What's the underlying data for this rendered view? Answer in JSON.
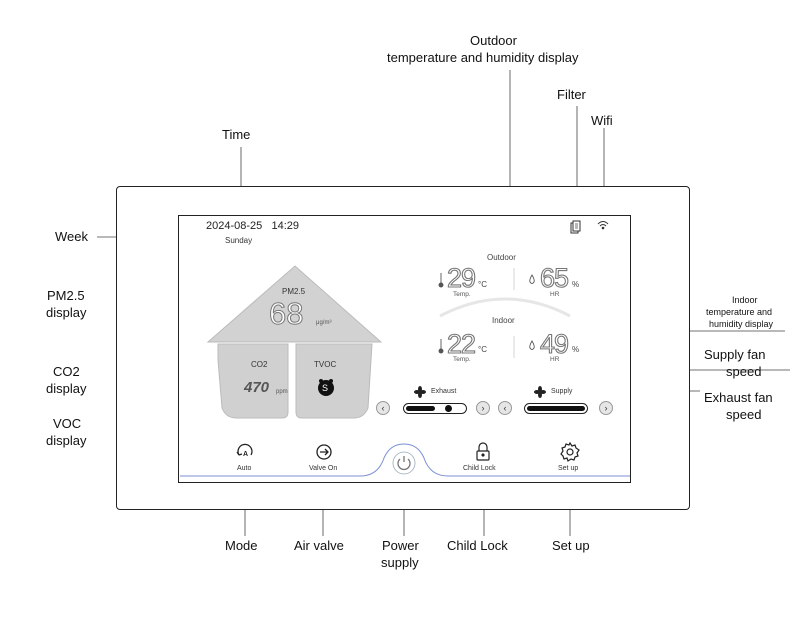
{
  "callouts": {
    "outdoor": "Outdoor",
    "outdoor_sub": "temperature and humidity display",
    "filter": "Filter",
    "wifi": "Wifi",
    "time": "Time",
    "week": "Week",
    "pm25_a": "PM2.5",
    "pm25_b": "display",
    "co2_a": "CO2",
    "co2_b": "display",
    "voc_a": "VOC",
    "voc_b": "display",
    "indoor_a": "Indoor",
    "indoor_b": "temperature and",
    "indoor_c": "humidity display",
    "supply_a": "Supply fan",
    "supply_b": "speed",
    "exhaust_a": "Exhaust fan",
    "exhaust_b": "speed",
    "mode": "Mode",
    "air_valve": "Air valve",
    "power_a": "Power",
    "power_b": "supply",
    "child_lock": "Child Lock",
    "set_up": "Set up"
  },
  "screen": {
    "date": "2024-08-25",
    "time": "14:29",
    "weekday": "Sunday",
    "pm25": {
      "label": "PM2.5",
      "value": "68",
      "unit": "μg/m³"
    },
    "co2": {
      "label": "CO2",
      "value": "470",
      "unit": "ppm"
    },
    "tvoc": {
      "label": "TVOC",
      "value": "S"
    },
    "outdoor": {
      "title": "Outdoor",
      "temp": "29",
      "temp_unit": "°C",
      "temp_label": "Temp.",
      "hum": "65",
      "hum_unit": "%",
      "hum_label": "HR"
    },
    "indoor": {
      "title": "Indoor",
      "temp": "22",
      "temp_unit": "°C",
      "temp_label": "Temp.",
      "hum": "49",
      "hum_unit": "%",
      "hum_label": "HR"
    },
    "exhaust": {
      "label": "Exhaust",
      "level": 0.8
    },
    "supply": {
      "label": "Supply",
      "level": 1.0
    },
    "buttons": {
      "auto": "Auto",
      "valve": "Valve On",
      "lock": "Child Lock",
      "setup": "Set up"
    }
  },
  "icons": [
    "thermometer-icon",
    "droplet-icon",
    "fan-icon",
    "mode-auto-icon",
    "valve-icon",
    "power-icon",
    "lock-icon",
    "gear-icon",
    "filter-icon",
    "wifi-icon",
    "chevron-left-icon",
    "chevron-right-icon"
  ]
}
